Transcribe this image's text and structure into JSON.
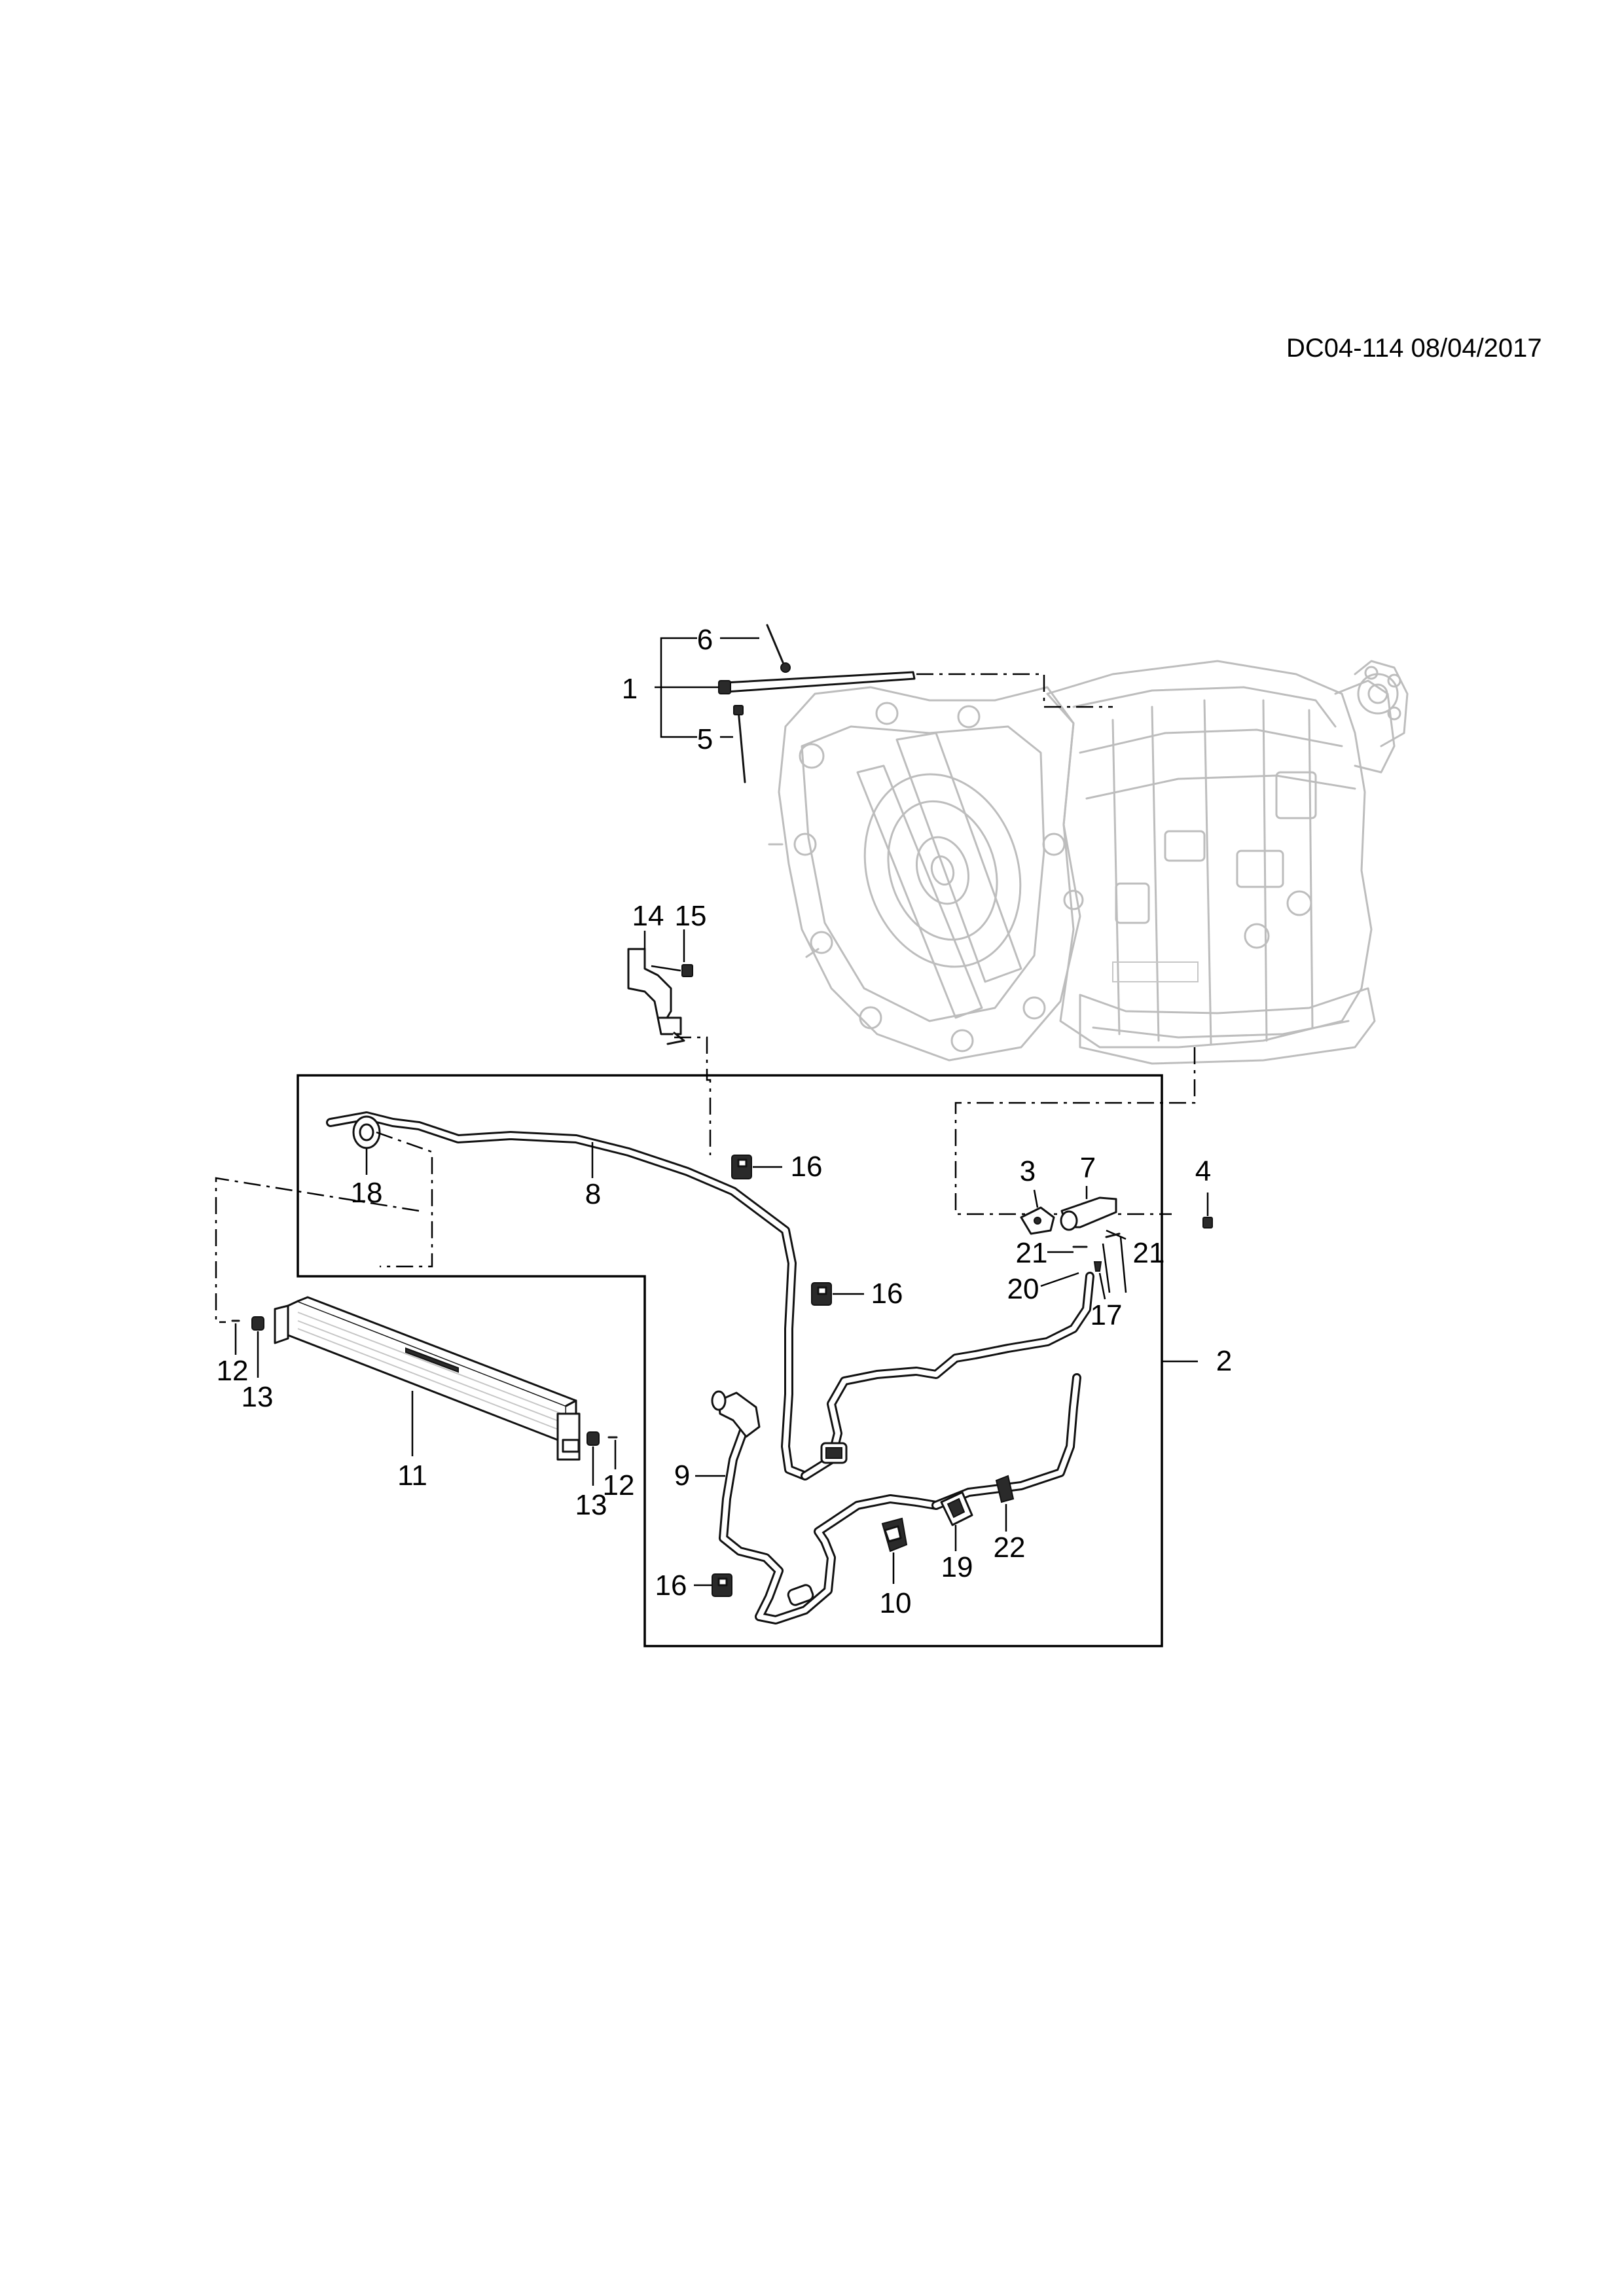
{
  "document": {
    "reference": "DC04-114 08/04/2017"
  },
  "callouts": {
    "c1": "1",
    "c2": "2",
    "c3": "3",
    "c4": "4",
    "c5": "5",
    "c6": "6",
    "c7": "7",
    "c8": "8",
    "c9": "9",
    "c10": "10",
    "c11": "11",
    "c12a": "12",
    "c12b": "12",
    "c13a": "13",
    "c13b": "13",
    "c14": "14",
    "c15": "15",
    "c16a": "16",
    "c16b": "16",
    "c16c": "16",
    "c17": "17",
    "c18": "18",
    "c19": "19",
    "c20": "20",
    "c21a": "21",
    "c21b": "21",
    "c22": "22"
  }
}
